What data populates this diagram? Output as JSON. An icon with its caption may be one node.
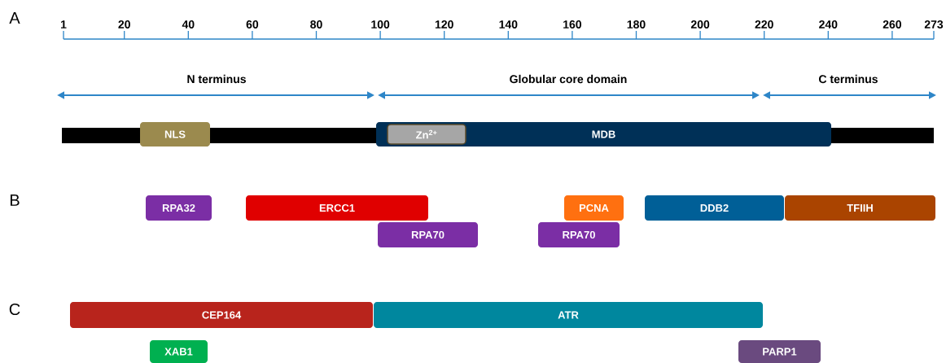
{
  "diagram": {
    "nodes": [
      {
        "text": [],
        "shape": "bar"
      },
      {
        "text": [
          "NLS"
        ]
      },
      {
        "text": [
          "MDB"
        ]
      },
      {
        "text": [
          "Zn$^{2+}$"
        ],
        "in": 2
      },
      {
        "text": [
          "RPA32"
        ]
      },
      {
        "text": [
          "ERCC1"
        ]
      },
      {
        "text": [
          "RPA70"
        ]
      },
      {
        "text": [
          "RPA70"
        ]
      },
      {
        "text": [
          "PCNA"
        ]
      },
      {
        "text": [
          "DDB2"
        ]
      },
      {
        "text": [
          "TFIIH"
        ]
      },
      {
        "text": [
          "CEP164"
        ]
      },
      {
        "text": [
          "ATR"
        ]
      },
      {
        "text": [
          "XAB1"
        ]
      },
      {
        "text": [
          "PARP1"
        ]
      }
    ],
    "labels": [
      "A",
      "1",
      "20",
      "40",
      "60",
      "80",
      "100",
      "120",
      "140",
      "160",
      "180",
      "200",
      "220",
      "240",
      "260",
      "273",
      "N terminus",
      "Globular core domain",
      "C terminus",
      "B",
      "C"
    ]
  }
}
